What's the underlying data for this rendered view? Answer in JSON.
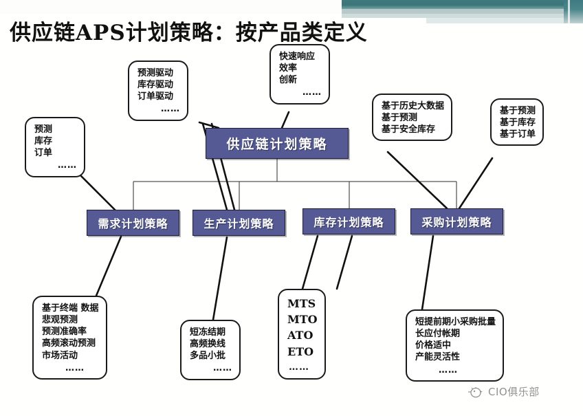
{
  "slide": {
    "title": "供应链APS计划策略：按产品类定义",
    "watermark": "CIO俱乐部",
    "watermark_icon": "penguin-icon",
    "accent_color": "#555a94",
    "banner_color": "#3e7a80"
  },
  "diagram": {
    "root": {
      "label": "供应链计划策略"
    },
    "children": [
      {
        "label": "需求计划策略"
      },
      {
        "label": "生产计划策略"
      },
      {
        "label": "库存计划策略"
      },
      {
        "label": "采购计划策略"
      }
    ],
    "callouts": [
      {
        "id": "demand-source",
        "lines": [
          "预测",
          "库存",
          "订单"
        ],
        "dots": "……"
      },
      {
        "id": "drivers",
        "lines": [
          "预测驱动",
          "库存驱动",
          "订单驱动"
        ],
        "dots": "……"
      },
      {
        "id": "goals",
        "lines": [
          "快速响应",
          "效率",
          "创新"
        ],
        "dots": "……"
      },
      {
        "id": "stock-basis",
        "lines": [
          "基于历史大数据",
          "基于预测",
          "基于安全库存"
        ],
        "dots": ""
      },
      {
        "id": "purchase-basis",
        "lines": [
          "基于预测",
          "基于库存",
          "基于订单"
        ],
        "dots": ""
      },
      {
        "id": "demand-detail",
        "lines": [
          "基于终端 数据",
          "悲观预测",
          "预测准确率",
          "高频滚动预测",
          "市场活动"
        ],
        "dots": "……"
      },
      {
        "id": "production-detail",
        "lines": [
          "短冻结期",
          "高频换线",
          "多品小批"
        ],
        "dots": "……"
      },
      {
        "id": "stock-detail",
        "lines": [
          "MTS",
          "MTO",
          "ATO",
          "ETO"
        ],
        "dots": "……"
      },
      {
        "id": "purchase-detail",
        "lines": [
          "短提前期小采购批量",
          "长应付帐期",
          "价格适中",
          "产能灵活性"
        ],
        "dots": "……"
      }
    ]
  }
}
